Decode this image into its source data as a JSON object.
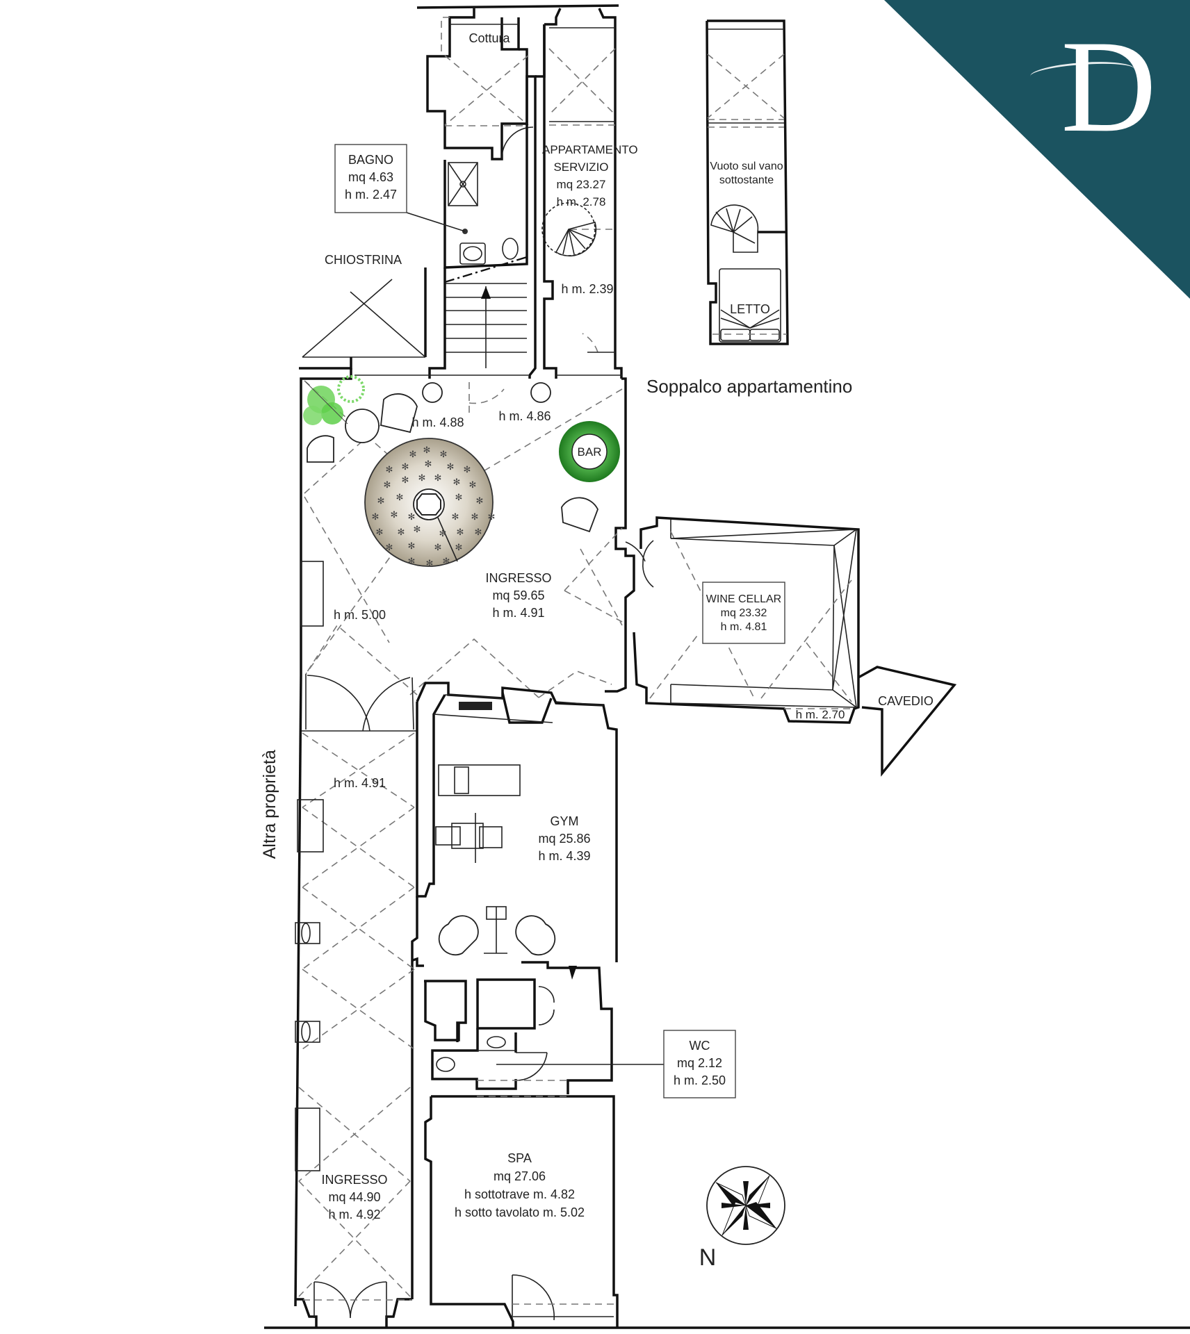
{
  "brand": {
    "logo_letter": "D",
    "banner_color": "#1b5360",
    "logo_color": "#ffffff"
  },
  "plan": {
    "rooms": {
      "cottura": {
        "name": "Cottura"
      },
      "bagno": {
        "name": "BAGNO",
        "area": "mq 4.63",
        "height": "h m. 2.47"
      },
      "appartamento": {
        "name_line1": "APPARTAMENTO",
        "name_line2": "SERVIZIO",
        "area": "mq 23.27",
        "height": "h m. 2.78",
        "height_low": "h m. 2.39"
      },
      "chiostrina": {
        "name": "CHIOSTRINA"
      },
      "ingresso_main": {
        "name": "INGRESSO",
        "area": "mq 59.65",
        "height": "h m. 4.91",
        "height_a": "h m. 4.88",
        "height_b": "h m. 4.86",
        "height_c": "h m. 5.00"
      },
      "bar": {
        "name": "BAR",
        "color": "#2e8b2e"
      },
      "wine_cellar": {
        "name": "WINE CELLAR",
        "area": "mq 23.32",
        "height": "h m. 4.81",
        "height_low": "h m. 2.70"
      },
      "cavedio": {
        "name": "CAVEDIO"
      },
      "corridor": {
        "height": "h m. 4.91"
      },
      "gym": {
        "name": "GYM",
        "area": "mq 25.86",
        "height": "h m. 4.39"
      },
      "wc": {
        "name": "WC",
        "area": "mq 2.12",
        "height": "h m. 2.50"
      },
      "spa": {
        "name": "SPA",
        "area": "mq 27.06",
        "height_beam": "h sottotrave m. 4.82",
        "height_ceiling": "h sotto tavolato m. 5.02"
      },
      "ingresso_lower": {
        "name": "INGRESSO",
        "area": "mq 44.90",
        "height": "h m. 4.92"
      }
    },
    "mezzanine": {
      "void_line1": "Vuoto sul vano",
      "void_line2": "sottostante",
      "bed": "LETTO",
      "title": "Soppalco appartamentino"
    },
    "side_label": "Altra proprietà",
    "compass": {
      "north": "N"
    },
    "sofa_color": "#b9b1a0",
    "plant_color": "#5fcf4a"
  }
}
